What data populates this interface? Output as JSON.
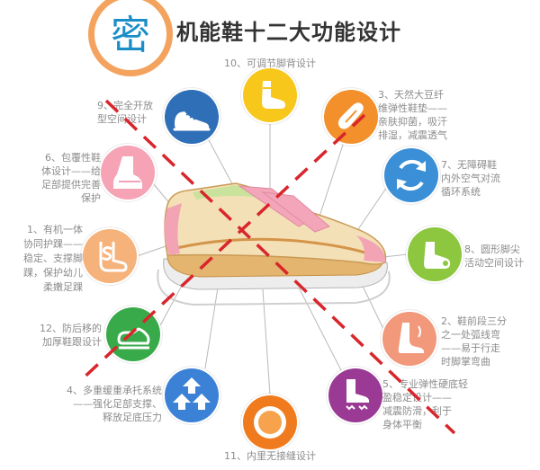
{
  "logo": {
    "text": "密",
    "ring_color": "#f4a35e",
    "text_color": "#1b8ec8"
  },
  "title": "机能鞋十二大功能设计",
  "callouts": [
    {
      "icon": "instep-foot-icon",
      "color": "#f8c71c",
      "lines": [
        "10、可调节脚背设计"
      ]
    },
    {
      "icon": "shoe-icon",
      "color": "#2f6fb8",
      "lines": [
        "9、完全开放",
        "型空间设计"
      ]
    },
    {
      "icon": "insole-icon",
      "color": "#f3902b",
      "lines": [
        "3、天然大豆纤",
        "维弹性鞋垫——",
        "亲肤抑菌，吸汗",
        "排湿，减震透气"
      ]
    },
    {
      "icon": "ankle-foot-icon",
      "color": "#f5a3b5",
      "lines": [
        "6、包覆性鞋",
        "体设计——给",
        "足部提供完善",
        "保护"
      ]
    },
    {
      "icon": "circular-arrows-icon",
      "color": "#3a8fd6",
      "lines": [
        "7、无障碍鞋",
        "内外空气对流",
        "循环系统"
      ]
    },
    {
      "icon": "ankle-s-icon",
      "color": "#f5b27a",
      "lines": [
        "1、有机一体",
        "协同护踝——",
        "稳定、支撑脚",
        "踝，保护幼儿",
        "柔嫩足踝"
      ]
    },
    {
      "icon": "toe-icon",
      "color": "#8dc63f",
      "lines": [
        "8、圆形脚尖",
        "活动空间设计"
      ]
    },
    {
      "icon": "heel-icon",
      "color": "#39aa4a",
      "lines": [
        "12、防后移的",
        "加厚鞋跟设计"
      ]
    },
    {
      "icon": "foot-arch-icon",
      "color": "#f2987b",
      "lines": [
        "2、鞋前段三分",
        "之一处弧线弯",
        "——易于行走",
        "时脚掌弯曲"
      ]
    },
    {
      "icon": "upward-arrows-icon",
      "color": "#3b82d6",
      "lines": [
        "4、多重缓重承托系统",
        "——强化足部支撑、",
        "释放足底压力"
      ]
    },
    {
      "icon": "sole-bounce-icon",
      "color": "#9a3a94",
      "lines": [
        "5、专业弹性硬底轻",
        "盈稳定设计——",
        "减震防滑，利于",
        "身体平衡"
      ]
    },
    {
      "icon": "seamless-circle-icon",
      "color": "#f07b1e",
      "lines": [
        "11、内里无接缝设计"
      ]
    }
  ],
  "marks": {
    "dashed_line_color": "#d8262c"
  }
}
